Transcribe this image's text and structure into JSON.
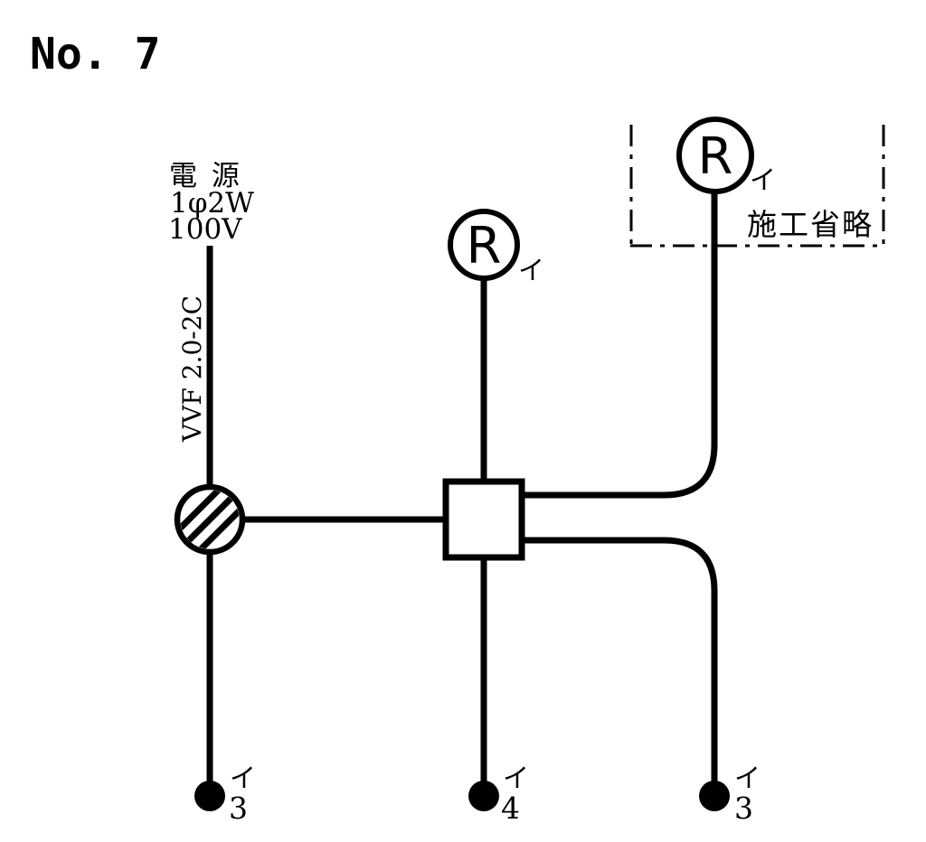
{
  "title": "No. 7",
  "colors": {
    "ink": "#000000",
    "background": "#ffffff"
  },
  "power_source": {
    "name_label": "電 源",
    "phase_label": "1φ2W",
    "voltage_label": "100V",
    "cable_label": "VVF 2.0-2C"
  },
  "omission_area": {
    "label": "施工省略"
  },
  "lamps": {
    "center": {
      "symbol": "R",
      "circuit": "イ"
    },
    "omitted": {
      "symbol": "R",
      "circuit": "イ"
    }
  },
  "cable_ends": {
    "left": {
      "circuit": "イ",
      "conductor_count": "3"
    },
    "center": {
      "circuit": "イ",
      "conductor_count": "4"
    },
    "right": {
      "circuit": "イ",
      "conductor_count": "3"
    }
  },
  "symbols": {
    "power_source_icon": "hatched-circle",
    "junction_box_icon": "open-square",
    "lamp_receptacle_icon": "circle-R",
    "cable_end_icon": "filled-dot",
    "omission_border_style": "dash-dot"
  }
}
